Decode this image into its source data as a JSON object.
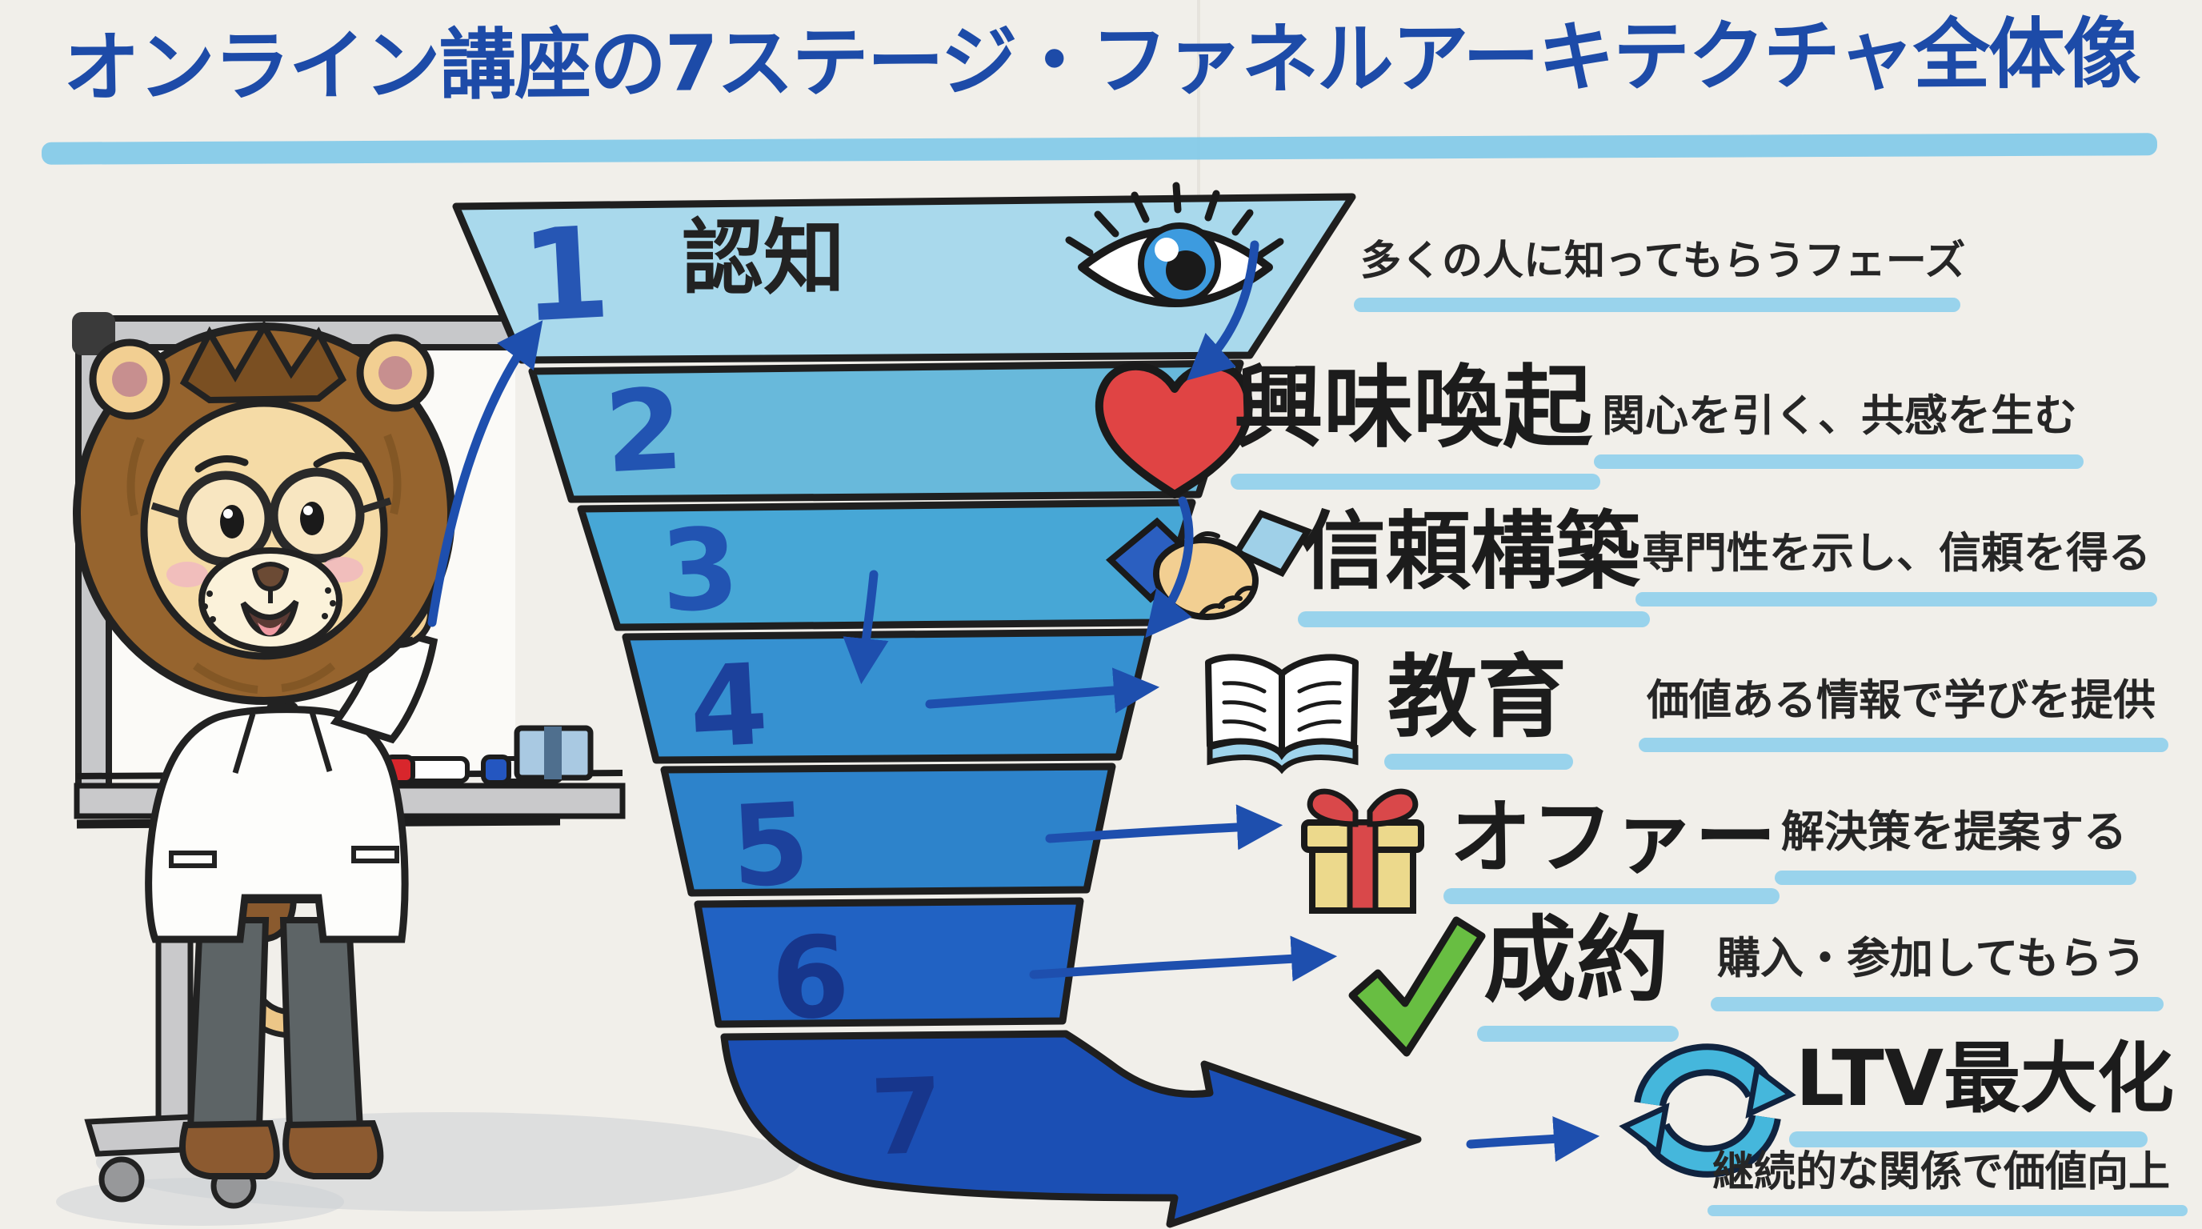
{
  "title": {
    "text": "オンライン講座の7ステージ・ファネルアーキテクチャ全体像"
  },
  "colors": {
    "title_blue": "#1d4ba8",
    "underline_blue": "#8fcfec",
    "arrow_blue": "#1e4fae",
    "heart_red": "#e04444",
    "check_green": "#68be42",
    "gift_box_yellow": "#ecd98c",
    "gift_ribbon_red": "#d9484a",
    "cycle_blue": "#45b7dc",
    "eye_blue": "#3d9bdf"
  },
  "stages": [
    {
      "num": "1",
      "label": "認知",
      "icon": "eye-icon",
      "desc": "多くの人に知ってもらうフェーズ",
      "funnel_color": "#a9d9ec"
    },
    {
      "num": "2",
      "label": "興味喚起",
      "icon": "heart-icon",
      "desc": "関心を引く、共感を生む",
      "funnel_color": "#68b9db"
    },
    {
      "num": "3",
      "label": "信頼構築",
      "icon": "handshake-icon",
      "desc": "専門性を示し、信頼を得る",
      "funnel_color": "#47a7d6"
    },
    {
      "num": "4",
      "label": "教育",
      "icon": "book-icon",
      "desc": "価値ある情報で学びを提供",
      "funnel_color": "#3691d1"
    },
    {
      "num": "5",
      "label": "オファー",
      "icon": "gift-icon",
      "desc": "解決策を提案する",
      "funnel_color": "#2d83cb"
    },
    {
      "num": "6",
      "label": "成約",
      "icon": "check-icon",
      "desc": "購入・参加してもらう",
      "funnel_color": "#2162c3"
    },
    {
      "num": "7",
      "label": "LTV最大化",
      "icon": "cycle-icon",
      "desc": "継続的な関係で価値向上",
      "funnel_color": "#1b4fb4"
    }
  ]
}
